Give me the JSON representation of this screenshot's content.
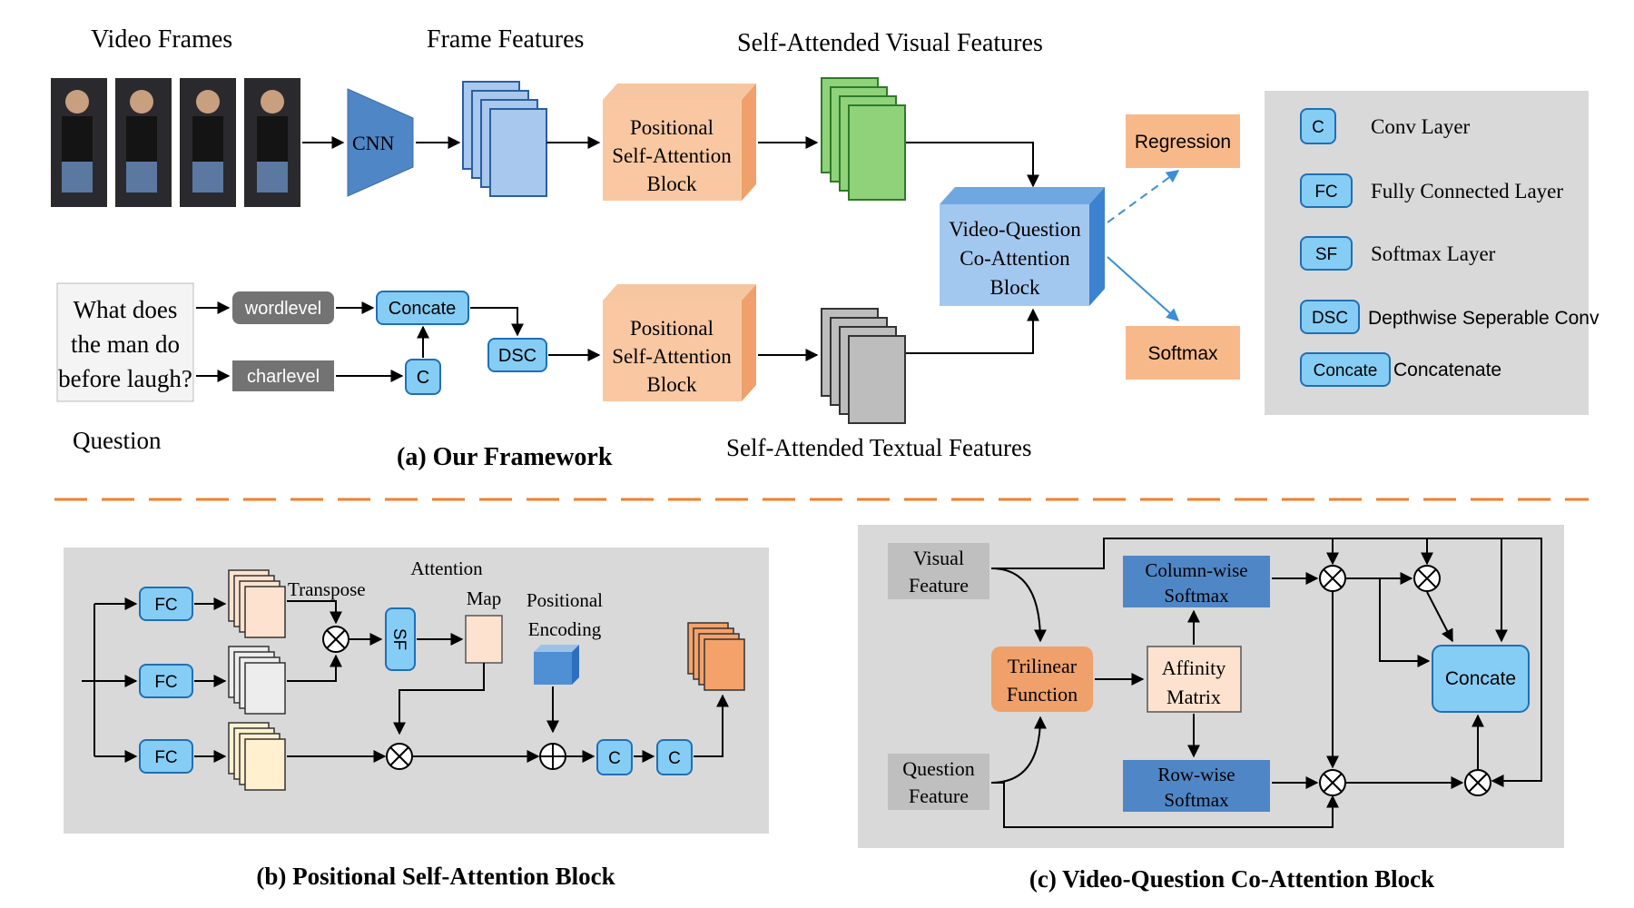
{
  "colors": {
    "blue_box": "#86cdf5",
    "blue_box_stroke": "#1f6fb5",
    "orange": "#f8b98a",
    "orange_dark": "#f0a06a",
    "green": "#8fd27a",
    "gray_panel": "#d9d9d9",
    "dashed_orange": "#f07f2a",
    "steel_blue": "#4f86c6"
  },
  "framework": {
    "video_frames_label": "Video Frames",
    "frame_features_label": "Frame Features",
    "self_attended_visual_label": "Self-Attended Visual Features",
    "cnn_label": "CNN",
    "psa_top": [
      "Positional",
      "Self-Attention",
      "Block"
    ],
    "psa_bottom": [
      "Positional",
      "Self-Attention",
      "Block"
    ],
    "vqca": [
      "Video-Question",
      "Co-Attention",
      "Block"
    ],
    "regression_label": "Regression",
    "softmax_label": "Softmax",
    "question_lines": [
      "What does",
      "the man do",
      "before laugh?"
    ],
    "question_label": "Question",
    "wordlevel_label": "wordlevel",
    "charlevel_label": "charlevel",
    "concate_label": "Concate",
    "dsc_label": "DSC",
    "c_label": "C",
    "self_attended_textual_label": "Self-Attended Textual Features",
    "caption": "(a) Our Framework"
  },
  "legend": {
    "items": [
      {
        "key": "C",
        "desc": "Conv Layer"
      },
      {
        "key": "FC",
        "desc": "Fully Connected Layer"
      },
      {
        "key": "SF",
        "desc": "Softmax Layer"
      },
      {
        "key": "DSC",
        "desc": "Depthwise Seperable Conv"
      },
      {
        "key": "Concate",
        "desc": "Concatenate"
      }
    ]
  },
  "psa_block": {
    "fc_label": "FC",
    "transpose_label": "Transpose",
    "attention_label": "Attention",
    "map_label": "Map",
    "positional_label": "Positional",
    "encoding_label": "Encoding",
    "sf_label": "SF",
    "c_label": "C",
    "caption": "(b) Positional Self-Attention Block"
  },
  "vqca_block": {
    "visual": [
      "Visual",
      "Feature"
    ],
    "question": [
      "Question",
      "Feature"
    ],
    "trilinear": [
      "Trilinear",
      "Function"
    ],
    "affinity": [
      "Affinity",
      "Matrix"
    ],
    "colwise": [
      "Column-wise",
      "Softmax"
    ],
    "rowwise": [
      "Row-wise",
      "Softmax"
    ],
    "concate_label": "Concate",
    "caption": "(c) Video-Question Co-Attention Block"
  }
}
